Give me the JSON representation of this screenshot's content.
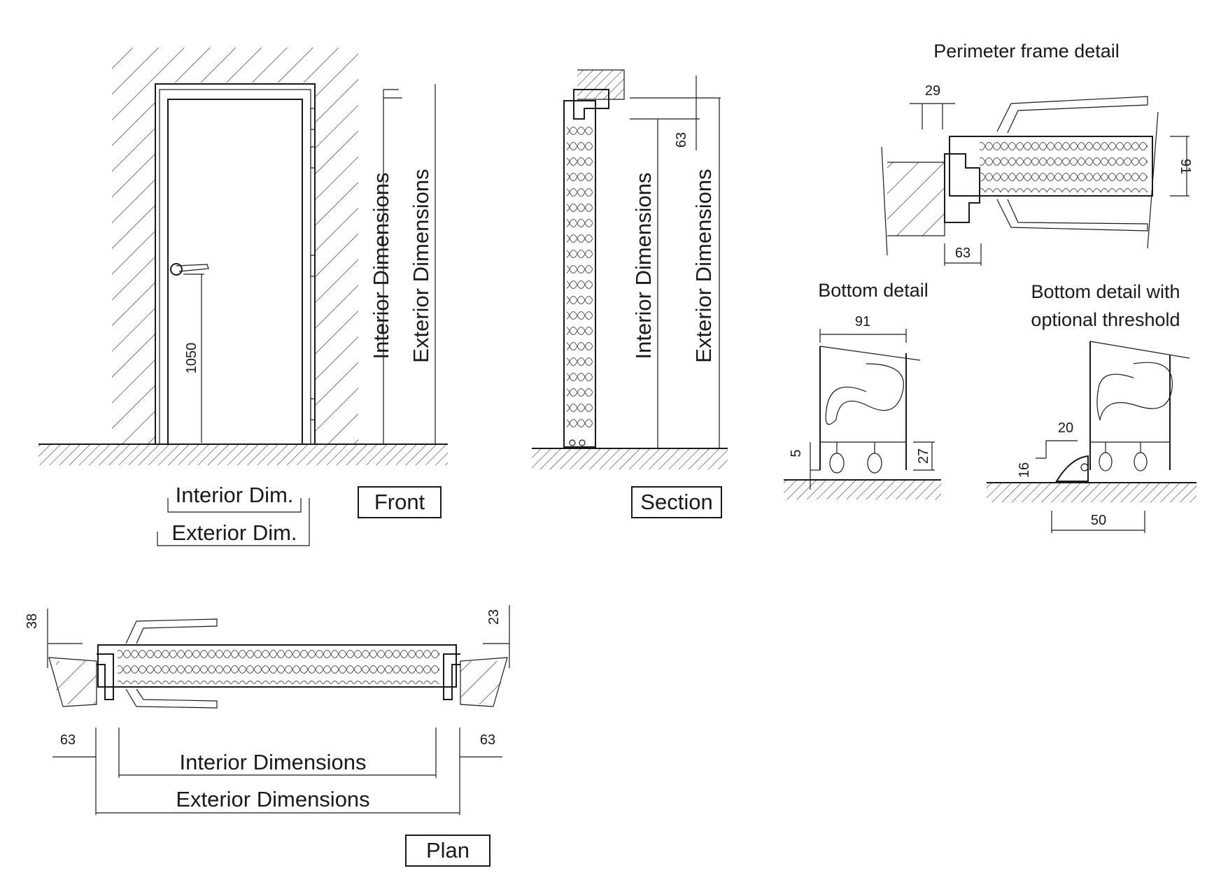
{
  "labels": {
    "front": "Front",
    "section": "Section",
    "plan": "Plan",
    "interior_dimensions": "Interior Dimensions",
    "exterior_dimensions": "Exterior Dimensions",
    "interior_dim": "Interior Dim.",
    "exterior_dim": "Exterior Dim.",
    "perimeter_frame_detail": "Perimeter frame detail",
    "bottom_detail": "Bottom detail",
    "bottom_detail_threshold_line1": "Bottom detail with",
    "bottom_detail_threshold_line2": "optional threshold"
  },
  "dimensions": {
    "handle_height": "1050",
    "section_frame": "63",
    "perimeter_frame_width": "29",
    "perimeter_door_thickness": "91",
    "perimeter_frame_depth": "63",
    "bottom_door_thickness": "91",
    "bottom_gap": "5",
    "bottom_seal_height": "27",
    "threshold_width": "20",
    "threshold_height": "16",
    "threshold_depth": "50",
    "plan_left_offset": "38",
    "plan_right_offset": "23",
    "plan_left_frame": "63",
    "plan_right_frame": "63"
  }
}
